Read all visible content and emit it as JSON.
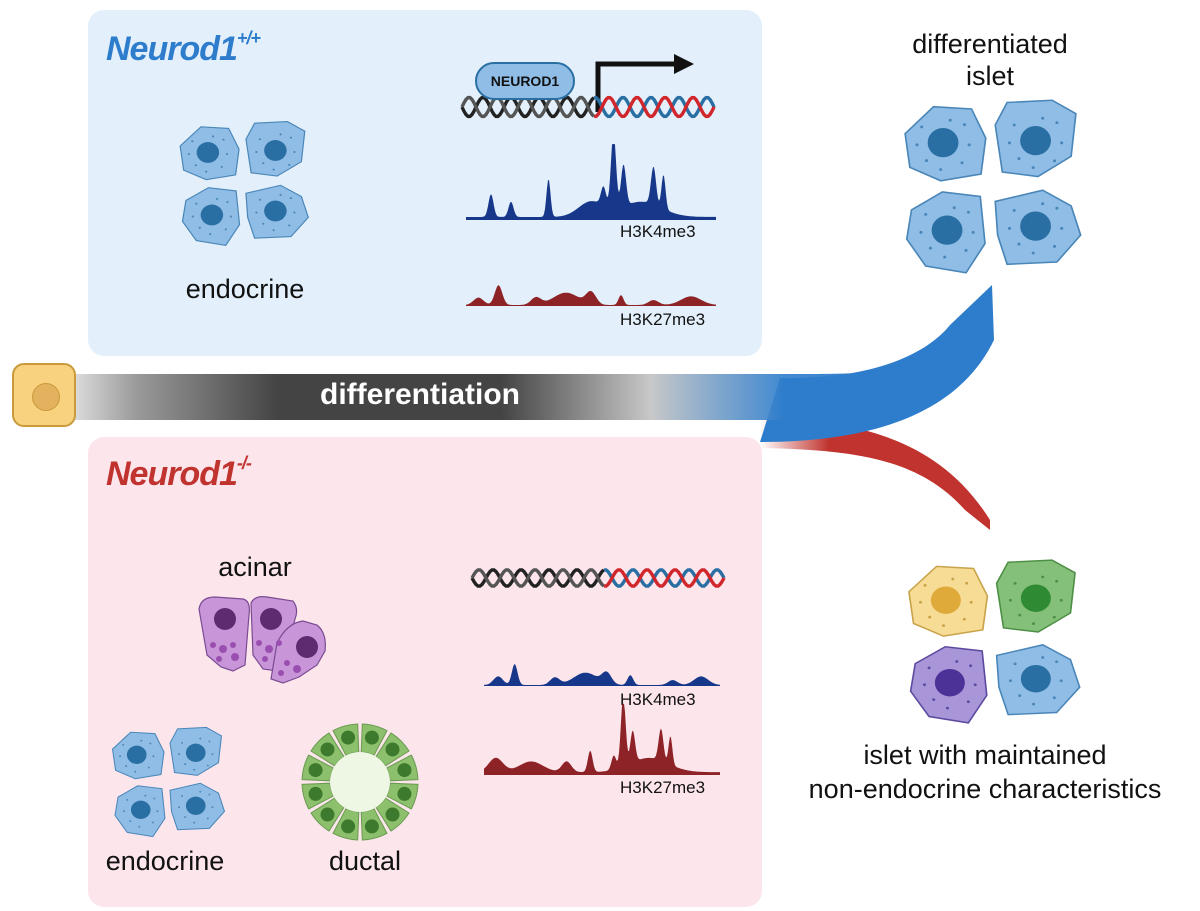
{
  "colors": {
    "wt_panel": "#e3f0fb",
    "ko_panel": "#fce6ec",
    "wt_accent": "#2e7dcc",
    "ko_accent": "#c0332e",
    "h3k4me3": "#17388a",
    "h3k27me3": "#8e2327",
    "endocrine_cell": "#8fbde6",
    "endocrine_nucleus": "#2a6fa3"
  },
  "wildtype_panel": {
    "title": "Neurod1",
    "genotype": "+/+",
    "cell_label": "endocrine",
    "protein_label": "NEUROD1",
    "track1_label": "H3K4me3",
    "track2_label": "H3K27me3"
  },
  "knockout_panel": {
    "title": "Neurod1",
    "genotype": "-/-",
    "cell_labels": {
      "acinar": "acinar",
      "endocrine": "endocrine",
      "ductal": "ductal"
    },
    "track1_label": "H3K4me3",
    "track2_label": "H3K27me3"
  },
  "differentiation": {
    "label": "differentiation"
  },
  "outcomes": {
    "top_label_line1": "differentiated",
    "top_label_line2": "islet",
    "bottom_label_line1": "islet with maintained",
    "bottom_label_line2": "non-endocrine characteristics"
  }
}
